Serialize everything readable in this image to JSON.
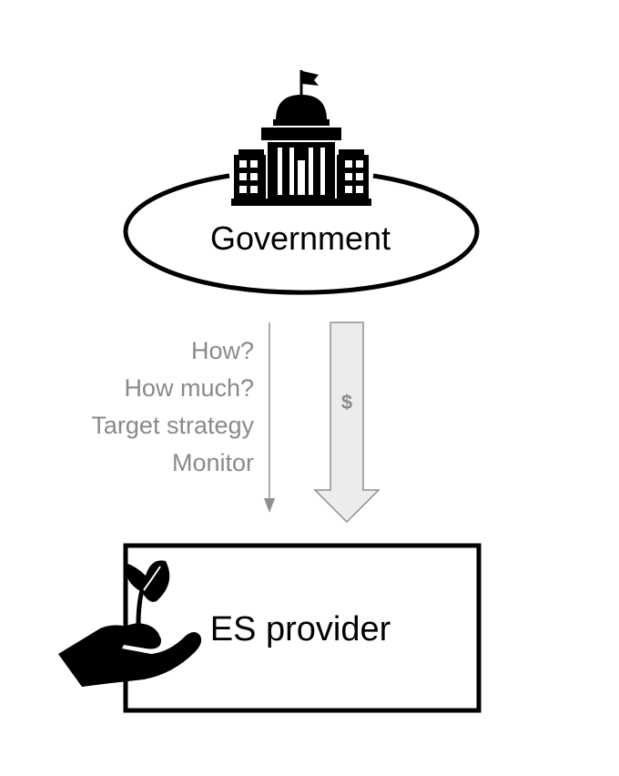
{
  "diagram": {
    "top_node": {
      "label": "Government",
      "icon": "capitol-building-icon"
    },
    "bottom_node": {
      "label": "ES provider",
      "icon": "hand-holding-plant-icon"
    },
    "policy_flow": {
      "items": [
        "How?",
        "How much?",
        "Target strategy",
        "Monitor"
      ]
    },
    "payment_flow": {
      "label": "$"
    },
    "colors": {
      "stroke": "#000000",
      "flow_text": "#8a8a8a",
      "flow_line": "#8f8f8f",
      "payment_fill": "#ececec",
      "payment_stroke": "#8f8f8f"
    }
  }
}
